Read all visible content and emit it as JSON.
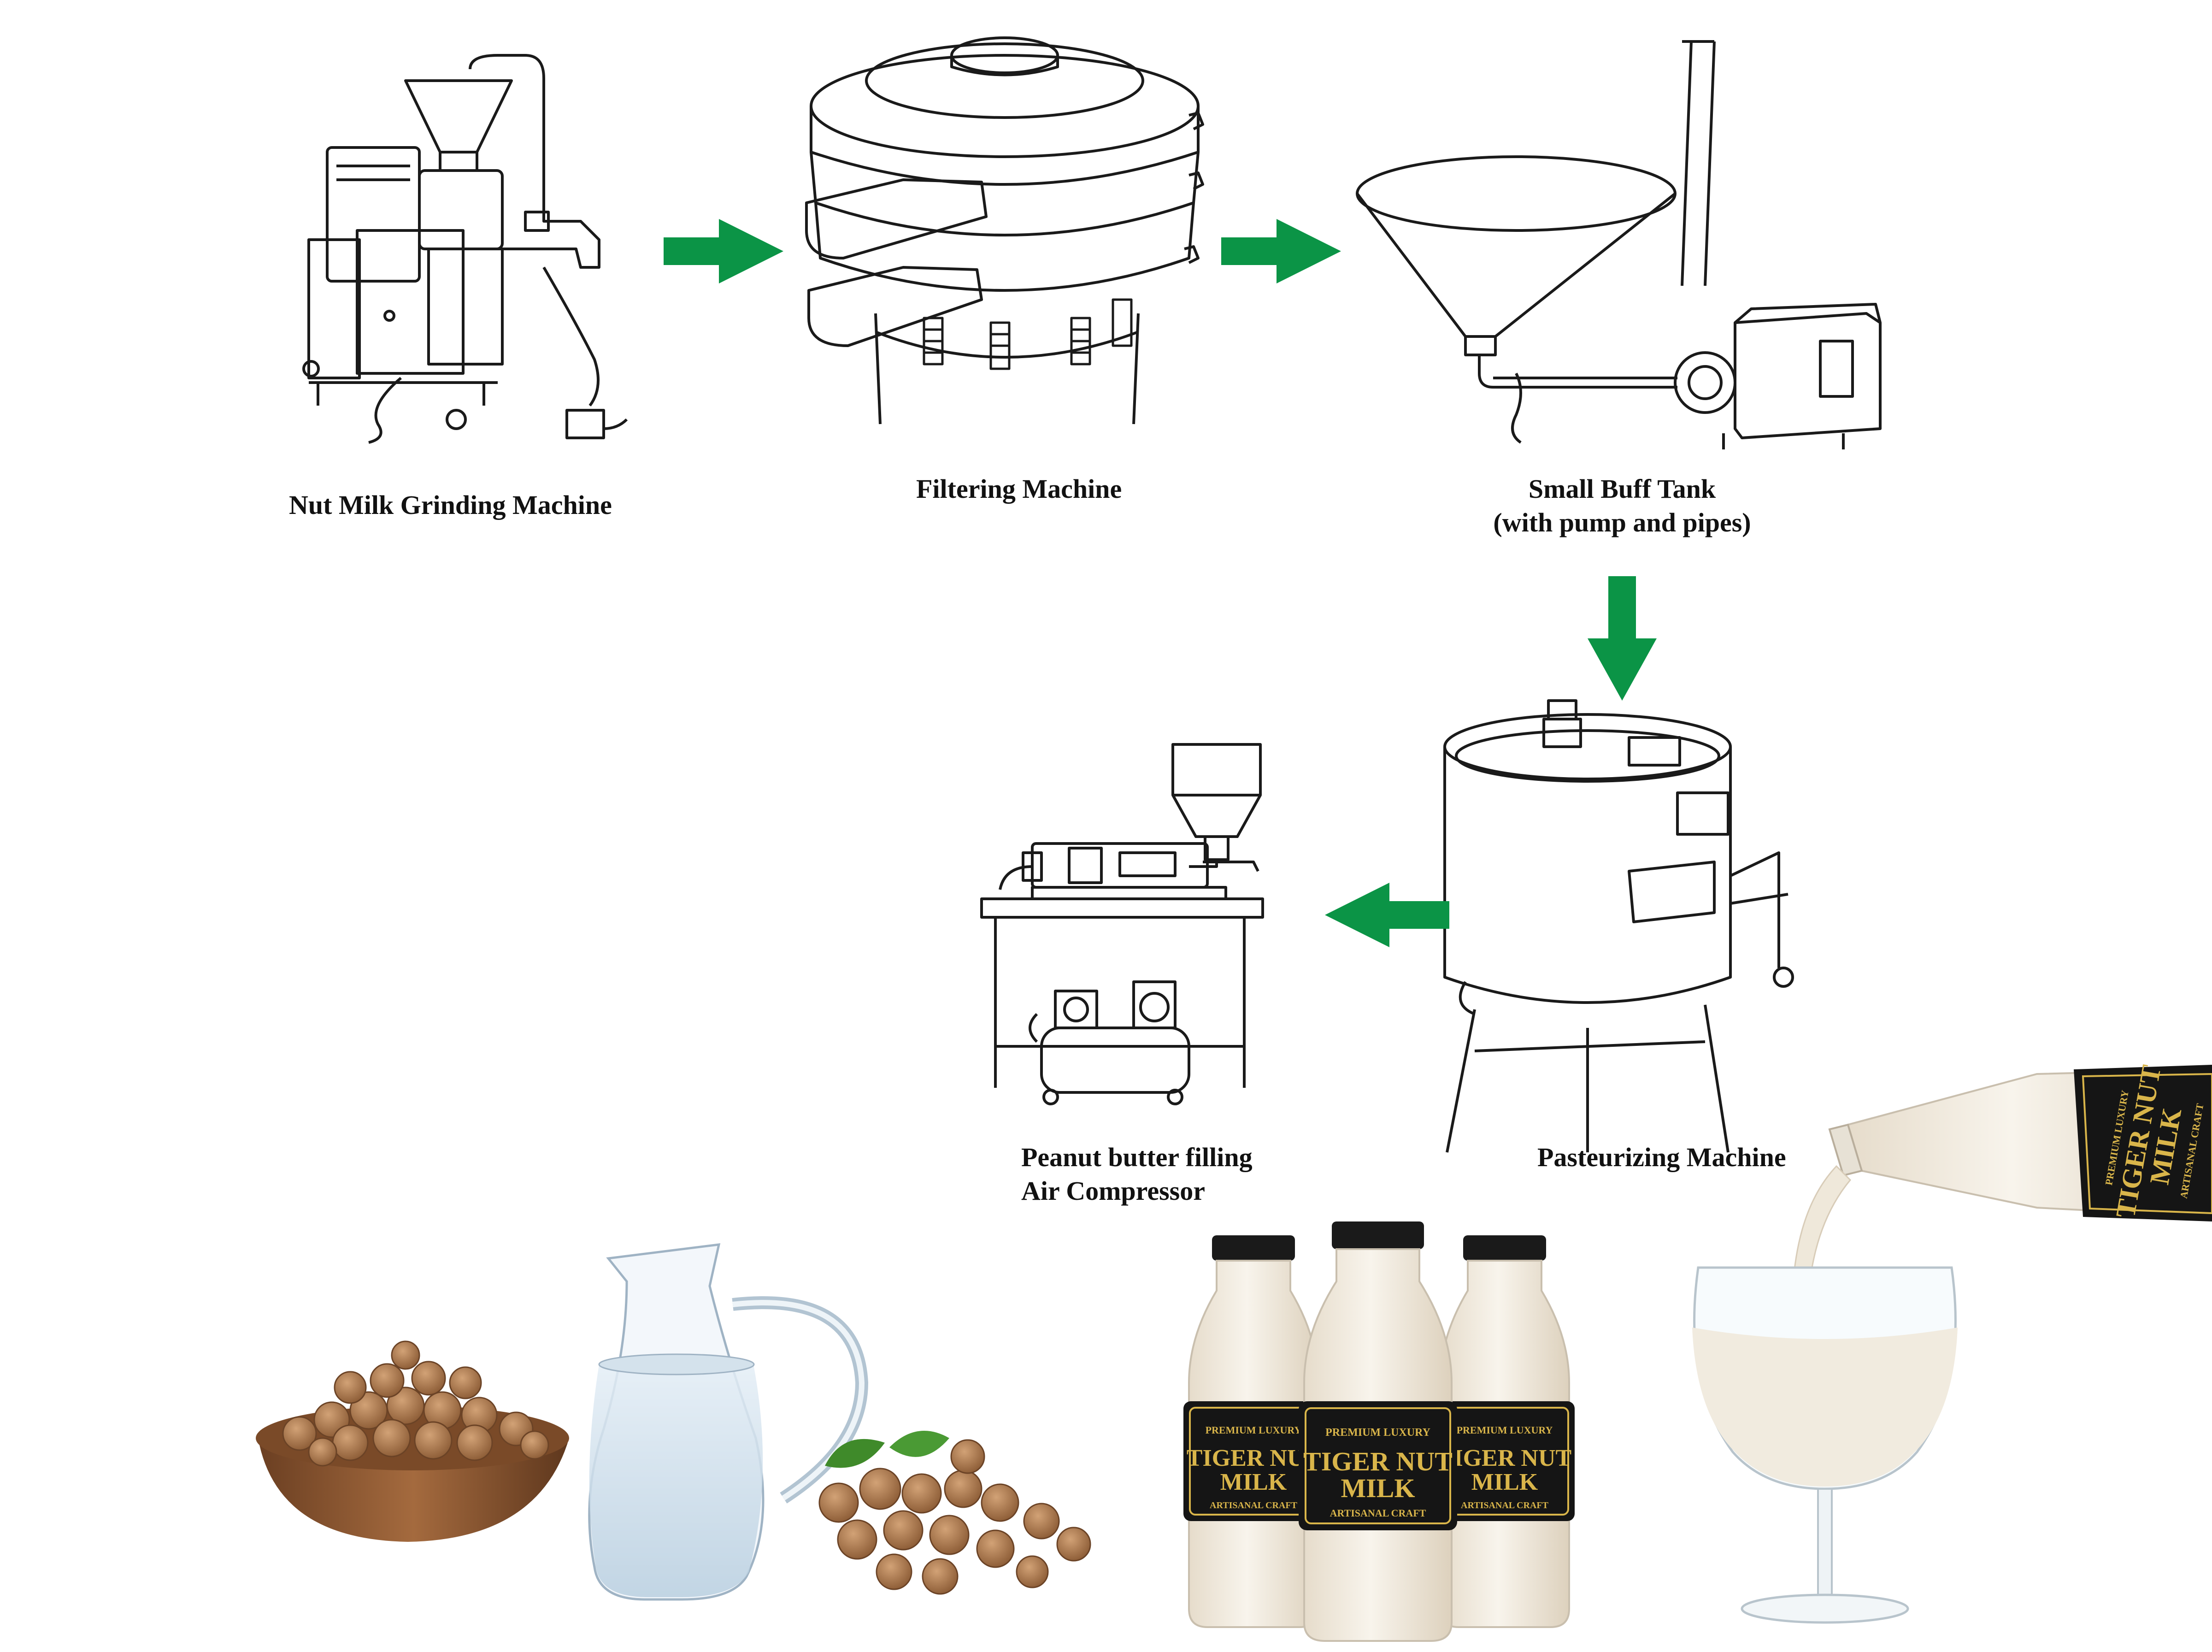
{
  "stages": [
    {
      "id": "grinding",
      "label_lines": [
        "Nut Milk Grinding Machine"
      ]
    },
    {
      "id": "filtering",
      "label_lines": [
        "Filtering Machine"
      ]
    },
    {
      "id": "buffer_tank",
      "label_lines": [
        "Small Buff Tank",
        "(with pump and pipes)"
      ]
    },
    {
      "id": "pasteurizing",
      "label_lines": [
        "Pasteurizing Machine"
      ]
    },
    {
      "id": "filling",
      "label_lines": [
        "Peanut butter filling",
        "Air Compressor"
      ]
    }
  ],
  "flow": [
    {
      "from": "grinding",
      "to": "filtering",
      "direction": "right"
    },
    {
      "from": "filtering",
      "to": "buffer_tank",
      "direction": "right"
    },
    {
      "from": "buffer_tank",
      "to": "pasteurizing",
      "direction": "down"
    },
    {
      "from": "pasteurizing",
      "to": "filling",
      "direction": "left"
    }
  ],
  "product_label": {
    "line1": "PREMIUM LUXURY",
    "line2": "TIGER NUT",
    "line3": "MILK",
    "line4": "ARTISANAL CRAFT"
  },
  "colors": {
    "arrow": "#0b9446",
    "line_art": "#1a1a1a",
    "label_bg": "#151515",
    "label_gold": "#d9b54a",
    "milk": "#f2ece0",
    "nut": "#a8764a"
  },
  "icons": [
    "grinder-machine-icon",
    "filter-machine-icon",
    "buffer-tank-icon",
    "pasteurizer-icon",
    "filling-machine-icon",
    "nut-bowl-icon",
    "water-jug-icon",
    "milk-bottle-icon",
    "milk-glass-icon"
  ]
}
